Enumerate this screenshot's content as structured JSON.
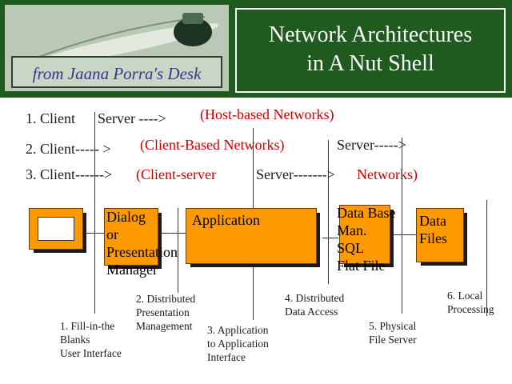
{
  "header": {
    "logo_text": "from Jaana Porra's Desk",
    "title_line1": "Network Architectures",
    "title_line2": "in A Nut Shell"
  },
  "rows": {
    "r1": {
      "a": "1. Client",
      "b": "Server ---->",
      "red": "(Host-based Networks)"
    },
    "r2": {
      "a": "2. Client----- >",
      "red": "(Client-Based Networks)",
      "b": "Server----->"
    },
    "r3": {
      "a": "3. Client------>",
      "red1": "(Client-server",
      "b": "Server------->",
      "red2": "Networks)"
    }
  },
  "boxes": {
    "dialog": [
      "Dialog",
      "or",
      "Presentation",
      "Manager"
    ],
    "application": "Application",
    "database": [
      "Data Base",
      "Man.",
      "SQL",
      "Flat File"
    ],
    "datafiles": [
      "Data",
      "Files"
    ]
  },
  "labels": {
    "l1": [
      "1. Fill-in-the",
      "Blanks",
      "User Interface"
    ],
    "l2": [
      "2. Distributed",
      "Presentation",
      "Management"
    ],
    "l3": [
      "3. Application",
      "to Application",
      "Interface"
    ],
    "l4": [
      "4. Distributed",
      "Data Access"
    ],
    "l5": [
      "5. Physical",
      "File Server"
    ],
    "l6": [
      "6. Local",
      "Processing"
    ]
  },
  "colors": {
    "background": "#1f5a1f",
    "box": "#ff9900",
    "accent": "#cc0000"
  }
}
